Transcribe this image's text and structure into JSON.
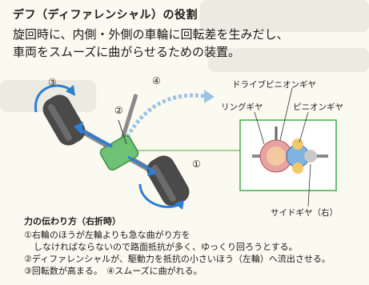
{
  "title": "デフ（ディファレンシャル）の役割",
  "lead": [
    "旋回時に、内側・外側の車輪に回転差を生みだし、",
    "車両をスムーズに曲がらせるための装置。"
  ],
  "callouts": {
    "c1": "①",
    "c2": "②",
    "c3": "③",
    "c4": "④"
  },
  "gear_labels": {
    "drive_pinion": "ドライブピニオンギヤ",
    "ring": "リングギヤ",
    "pinion": "ピニオンギヤ",
    "side": "サイドギヤ（右）"
  },
  "power": {
    "title": "力の伝わり方（右折時）",
    "lines": [
      "①右輪のほうが左輪よりも急な曲がり方を",
      "しなければならないので路面抵抗が多く、ゆっくり回ろうとする。",
      "②ディファレンシャルが、駆動力を抵抗の小さいほう（左輪）へ流出させる。",
      "③回転数が高まる。　④スムーズに曲がれる。"
    ]
  },
  "colors": {
    "accent_green": "#3fae49",
    "arrow_blue": "#2f7fd1",
    "arrow_light": "#9cc4e6",
    "tire": "#4a4a4a"
  }
}
